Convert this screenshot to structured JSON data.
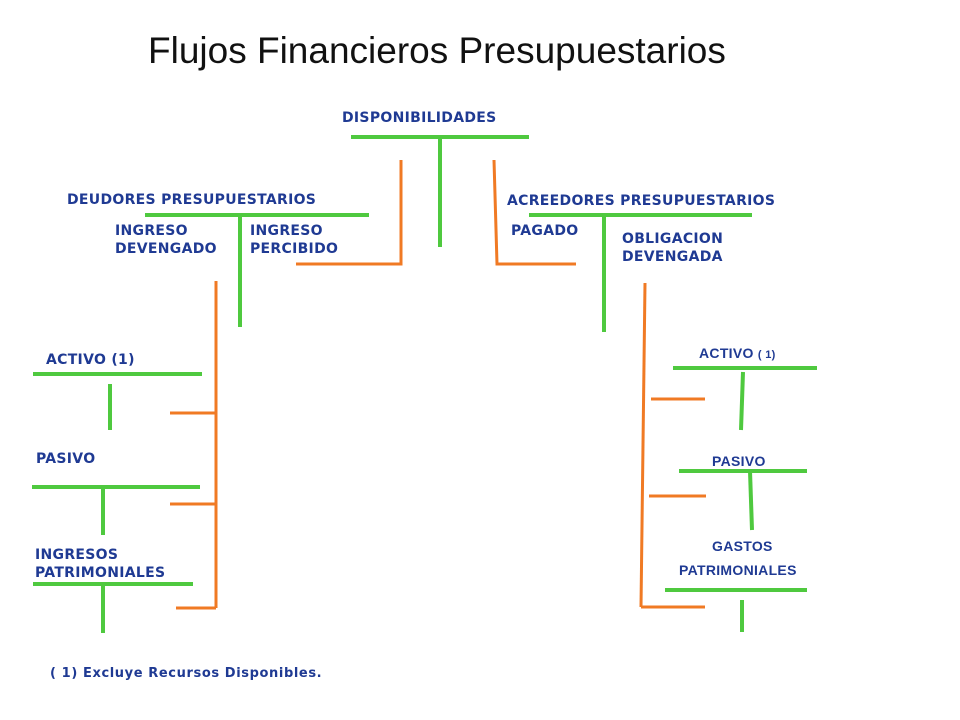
{
  "title": "Flujos Financieros Presupuestarios",
  "colors": {
    "t_account": "#4fc93f",
    "flow": "#f07a24",
    "label": "#1f3a93"
  },
  "labels": {
    "disponibilidades": "DISPONIBILIDADES",
    "deudores": "DEUDORES PRESUPUESTARIOS",
    "acreedores": "ACREEDORES PRESUPUESTARIOS",
    "ingreso_devengado": "INGRESO\nDEVENGADO",
    "ingreso_percibido": "INGRESO\nPERCIBIDO",
    "pagado": "PAGADO",
    "obligacion_devengada": "OBLIGACION\nDEVENGADA",
    "activo_left": "ACTIVO (1)",
    "pasivo_left": "PASIVO",
    "ingresos_patrimoniales": "INGRESOS\nPATRIMONIALES",
    "activo_right_main": "ACTIVO",
    "activo_right_note": "( 1)",
    "pasivo_right": "PASIVO",
    "gastos_line1": "GASTOS",
    "gastos_line2": "PATRIMONIALES",
    "footnote": "( 1) Excluye Recursos Disponibles."
  }
}
